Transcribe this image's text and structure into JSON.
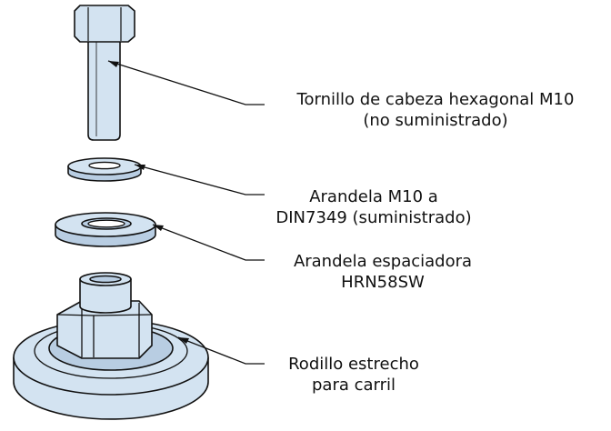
{
  "callouts": {
    "bolt": {
      "line1": "Tornillo de cabeza hexagonal M10",
      "line2": "(no suministrado)"
    },
    "washer": {
      "line1": "Arandela M10 a",
      "line2": "DIN7349 (suministrado)"
    },
    "spacer": {
      "line1": "Arandela espaciadora",
      "line2": "HRN58SW"
    },
    "roller": {
      "line1": "Rodillo estrecho",
      "line2": "para carril"
    }
  },
  "colors": {
    "part_fill": "#d3e3f1",
    "part_shade": "#b8cde2",
    "outline": "#111111"
  }
}
